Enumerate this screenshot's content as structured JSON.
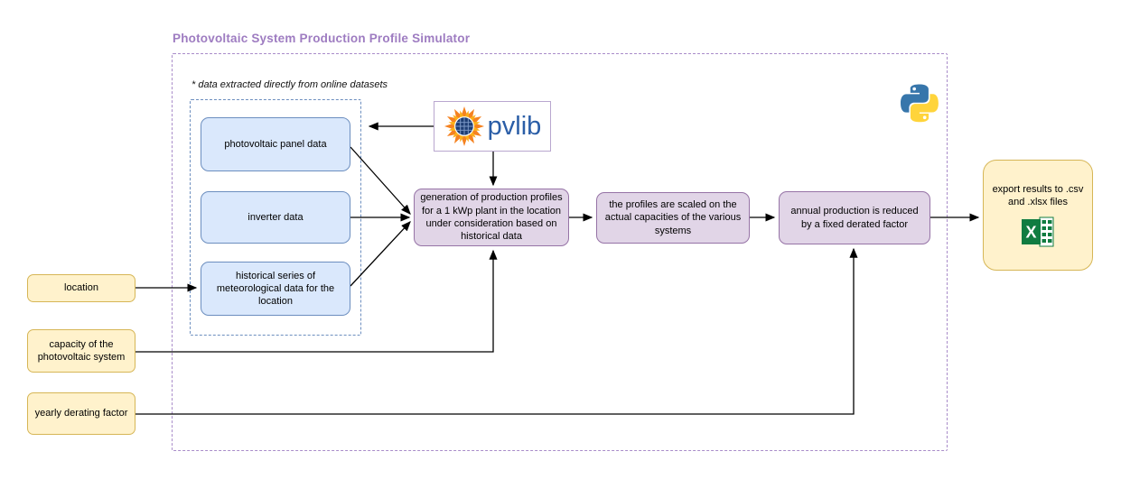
{
  "title": "Photovoltaic System Production Profile Simulator",
  "note": "* data extracted directly from online datasets",
  "datasets": [
    {
      "label": "photovoltaic panel data"
    },
    {
      "label": "inverter data"
    },
    {
      "label": "historical series of meteorological data for the location"
    }
  ],
  "process": [
    {
      "label": "generation of production profiles for a 1 kWp plant in the location under consideration based on historical data"
    },
    {
      "label": "the profiles are scaled on the actual capacities of the various systems"
    },
    {
      "label": "annual production is reduced by a fixed derated factor"
    }
  ],
  "inputs": [
    {
      "label": "location"
    },
    {
      "label": "capacity of the photovoltaic system"
    },
    {
      "label": "yearly derating factor"
    }
  ],
  "output": {
    "label": "export results to .csv and .xlsx files"
  },
  "logos": {
    "pvlib_wordmark": "pvlib",
    "python_icon": "python-logo",
    "excel_icon": "excel-logo",
    "pvlib_sun_icon": "sun-solar-panel"
  },
  "colors": {
    "title_purple": "#9e7cc1",
    "dataset_fill": "#dae8fc",
    "dataset_stroke": "#6c8ebf",
    "process_fill": "#e1d5e7",
    "process_stroke": "#9673a6",
    "input_fill": "#fff2cc",
    "input_stroke": "#d6b656",
    "outer_dash": "#a98cc9",
    "inner_dash": "#6c8ebf",
    "pvlib_blue": "#2b5ea7",
    "python_blue": "#3776ab",
    "python_yellow": "#ffd43b",
    "excel_green": "#107c41",
    "arrow": "#000000"
  }
}
